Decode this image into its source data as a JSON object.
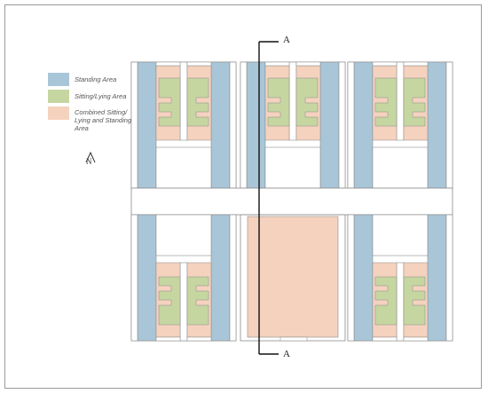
{
  "legend": {
    "items": [
      {
        "label": "Standing Area",
        "color": "#a9c6d8"
      },
      {
        "label": "Sitting/Lying Area",
        "color": "#c6d6a1"
      },
      {
        "label": "Combined Sitting/ Lying and Standing Area",
        "color": "#f5d2be"
      }
    ],
    "north_label": "N"
  },
  "section": {
    "top_label": "A",
    "bottom_label": "A"
  },
  "colors": {
    "standing": "#a9c6d8",
    "sitting": "#c6d6a1",
    "combined": "#f5d2be",
    "wall": "#7a7a7a"
  }
}
